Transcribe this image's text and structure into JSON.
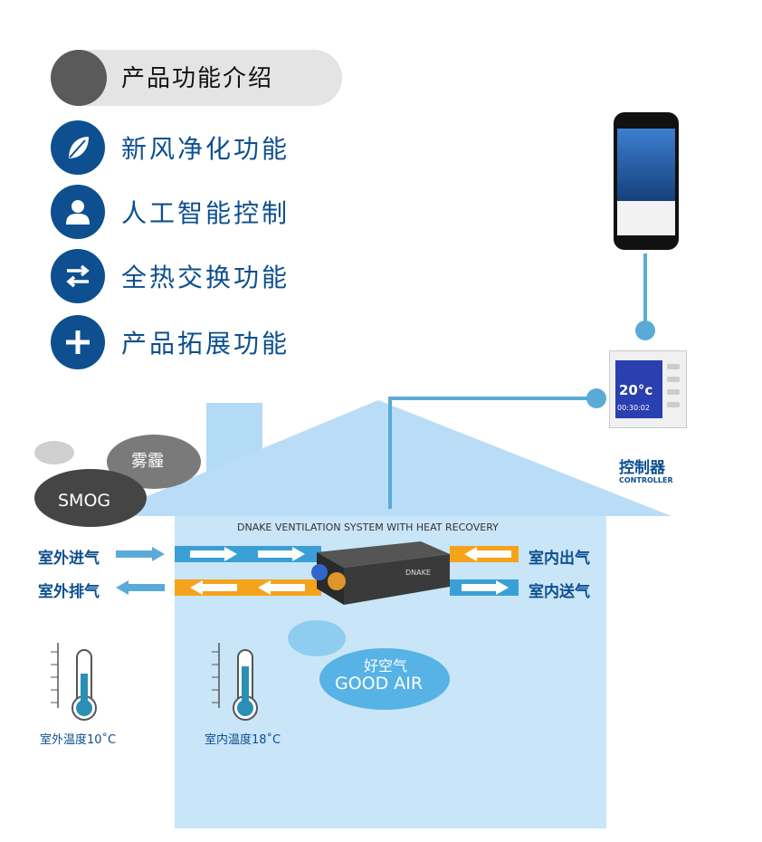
{
  "header": {
    "title": "产品功能介绍"
  },
  "features": [
    {
      "label": "新风净化功能",
      "icon": "leaf-icon"
    },
    {
      "label": "人工智能控制",
      "icon": "person-icon"
    },
    {
      "label": "全热交换功能",
      "icon": "exchange-arrows-icon"
    },
    {
      "label": "产品拓展功能",
      "icon": "plus-icon"
    }
  ],
  "controller": {
    "label": "控制器",
    "sublabel": "CONTROLLER",
    "temp": "20°c",
    "time": "00:30:02"
  },
  "smog": {
    "cn": "雾霾",
    "en": "SMOG"
  },
  "system": {
    "title": "DNAKE VENTILATION SYSTEM WITH HEAT RECOVERY",
    "unit_brand": "DNAKE"
  },
  "airflow": {
    "outdoor_in": "室外进气",
    "outdoor_out": "室外排气",
    "indoor_out": "室内出气",
    "indoor_supply": "室内送气"
  },
  "good_air": {
    "cn": "好空气",
    "en": "GOOD AIR"
  },
  "temperatures": {
    "outdoor": "室外温度10˚C",
    "indoor": "室内温度18˚C"
  },
  "colors": {
    "primary": "#0d4f8f",
    "duct_blue": "#3a9fd6",
    "duct_orange": "#f5a31a",
    "house": "#c7e3f7",
    "cloud_blue": "#7fc4ec"
  }
}
